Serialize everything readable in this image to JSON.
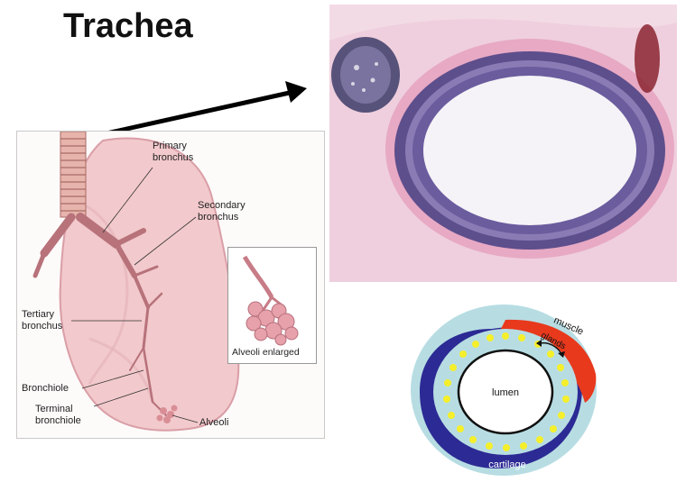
{
  "title": "Trachea",
  "lung_diagram": {
    "labels": {
      "primary_bronchus": [
        "Primary",
        "bronchus"
      ],
      "secondary_bronchus": [
        "Secondary",
        "bronchus"
      ],
      "tertiary_bronchus": [
        "Tertiary",
        "bronchus"
      ],
      "bronchiole": "Bronchiole",
      "terminal_bronchiole": [
        "Terminal",
        "bronchiole"
      ],
      "alveoli": "Alveoli",
      "alveoli_enlarged": "Alveoli enlarged"
    }
  },
  "schematic": {
    "labels": {
      "muscle": "muscle",
      "glands": "glands",
      "lumen": "lumen",
      "cartilage": "cartilage"
    }
  },
  "colors": {
    "lung": "#f2c9cc",
    "lung_edge": "#d99ea6",
    "histology_bg": "#f3dbe6",
    "histology_ring": "#5d4e8c",
    "outer_ring": "#b7dde3",
    "cartilage": "#2c2a94",
    "muscle": "#e8391d",
    "glands": "#f5ef2b"
  }
}
